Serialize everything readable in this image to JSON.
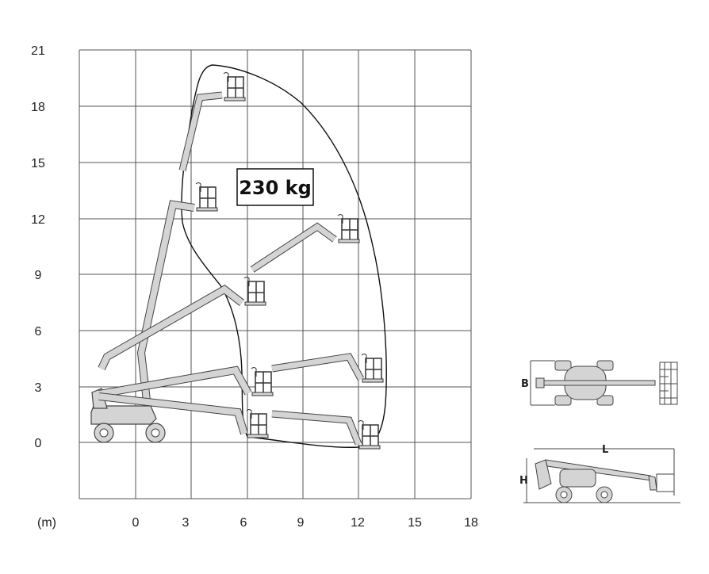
{
  "diagram": {
    "load_label": "230 kg",
    "axis_unit": "(m)",
    "x_ticks": [
      "0",
      "3",
      "6",
      "9",
      "12",
      "15",
      "18"
    ],
    "y_ticks": [
      "21",
      "18",
      "15",
      "12",
      "9",
      "6",
      "3",
      "0"
    ],
    "dimension_labels": {
      "width": "B",
      "length": "L",
      "height": "H"
    },
    "colors": {
      "grid": "#555555",
      "machine_fill": "#d4d4d4",
      "outline": "#333333"
    }
  }
}
